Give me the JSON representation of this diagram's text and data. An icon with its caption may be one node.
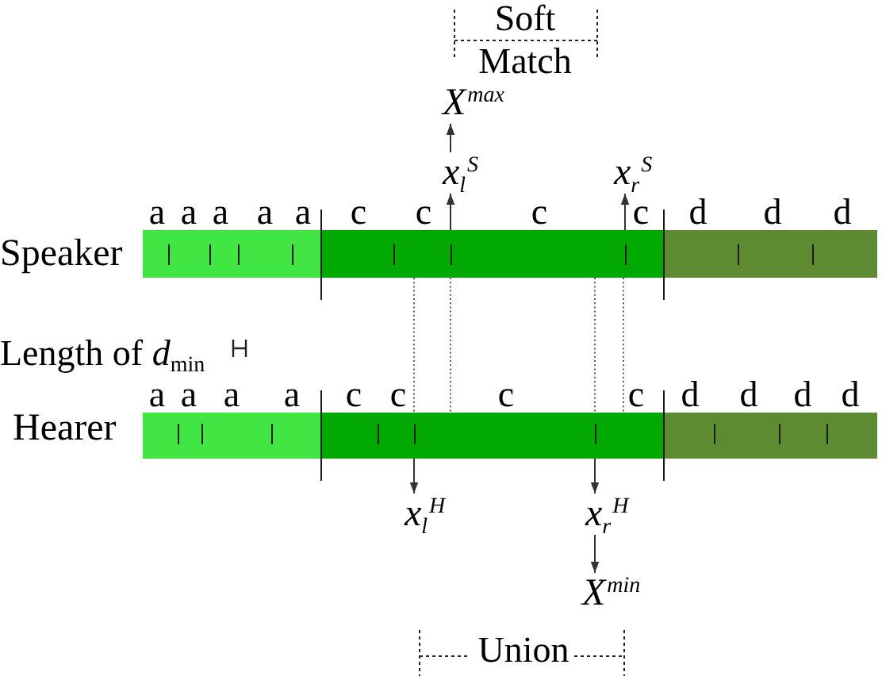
{
  "diagram": {
    "nodes": [
      {
        "text": [
          "X$^{max}$"
        ]
      },
      {
        "text": [
          "x$_{l}$$^{S}$"
        ]
      },
      {
        "text": [
          "x$_{r}$$^{S}$"
        ]
      },
      {
        "text": [],
        "shape": "bar",
        "beside": [
          "Speaker",
          "a",
          "a",
          "a",
          "a",
          "a",
          "c",
          "c",
          "c",
          "c",
          "d",
          "d",
          "d"
        ]
      },
      {
        "text": [],
        "shape": "bar",
        "beside": [
          "Hearer",
          "a",
          "a",
          "a",
          "a",
          "c",
          "c",
          "c",
          "c",
          "d",
          "d",
          "d",
          "d"
        ]
      },
      {
        "text": [
          "x$_{l}$$^{H}$"
        ]
      },
      {
        "text": [
          "x$_{r}$$^{H}$"
        ]
      },
      {
        "text": [
          "X$^{min}$"
        ]
      }
    ],
    "edges": [
      {
        "from": 3,
        "to": 1,
        "arrow": "to"
      },
      {
        "from": 1,
        "to": 0,
        "arrow": "to"
      },
      {
        "from": 3,
        "to": 2,
        "arrow": "to"
      },
      {
        "from": 3,
        "to": 4,
        "arrow": "none",
        "style": "dashed"
      },
      {
        "from": 3,
        "to": 4,
        "arrow": "none",
        "style": "dashed"
      },
      {
        "from": 3,
        "to": 4,
        "arrow": "none",
        "style": "dashed"
      },
      {
        "from": 3,
        "to": 4,
        "arrow": "none",
        "style": "dashed"
      },
      {
        "from": 4,
        "to": 5,
        "arrow": "to"
      },
      {
        "from": 4,
        "to": 6,
        "arrow": "to"
      },
      {
        "from": 6,
        "to": 7,
        "arrow": "to"
      }
    ],
    "labels": [
      "Soft",
      "Match",
      "Length of *d*$_{min}$",
      "Union"
    ]
  }
}
